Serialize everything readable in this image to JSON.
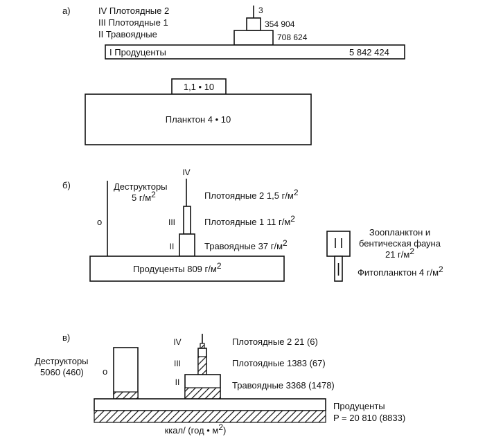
{
  "panel_a": {
    "label": "а)",
    "legend": [
      "IV Плотоядные 2",
      "III Плотоядные 1",
      "II Травоядные"
    ],
    "producers": "I Продуценты",
    "producers_value": "5 842 424",
    "herbivores_value": "708 624",
    "carnivores1_value": "354 904",
    "carnivores2_value": "3",
    "upper_box": "1,1 • 10",
    "plankton": "Планктон 4 • 10"
  },
  "panel_b": {
    "label": "б)",
    "level_iv": "IV",
    "level_iii": "III",
    "level_ii": "II",
    "decomposers_line1": "Деструкторы",
    "decomposers_line2": "5 г/м",
    "o_label": "о",
    "carnivores2": "Плотоядные 2 1,5 г/м",
    "carnivores1": "Плотоядные 1 11 г/м",
    "herbivores": "Травоядные 37 г/м",
    "producers": "Продуценты 809 г/м",
    "zoo_line1": "Зоопланктон и",
    "zoo_line2": "бентическая фауна",
    "zoo_line3": "21 г/м",
    "phyto": "Фитопланктон 4 г/м",
    "superscript": "2"
  },
  "panel_c": {
    "label": "в)",
    "level_iv": "IV",
    "level_iii": "III",
    "level_ii": "II",
    "o_label": "о",
    "decomposers_line1": "Деструкторы",
    "decomposers_line2": "5060 (460)",
    "carnivores2": "Плотоядные 2 21 (6)",
    "carnivores1": "Плотоядные 1383 (67)",
    "herbivores": "Травоядные 3368 (1478)",
    "producers_line1": "Продуценты",
    "producers_line2": "P = 20 810 (8833)",
    "units": "ккал/ (год • м",
    "units_end": ")",
    "superscript": "2"
  }
}
